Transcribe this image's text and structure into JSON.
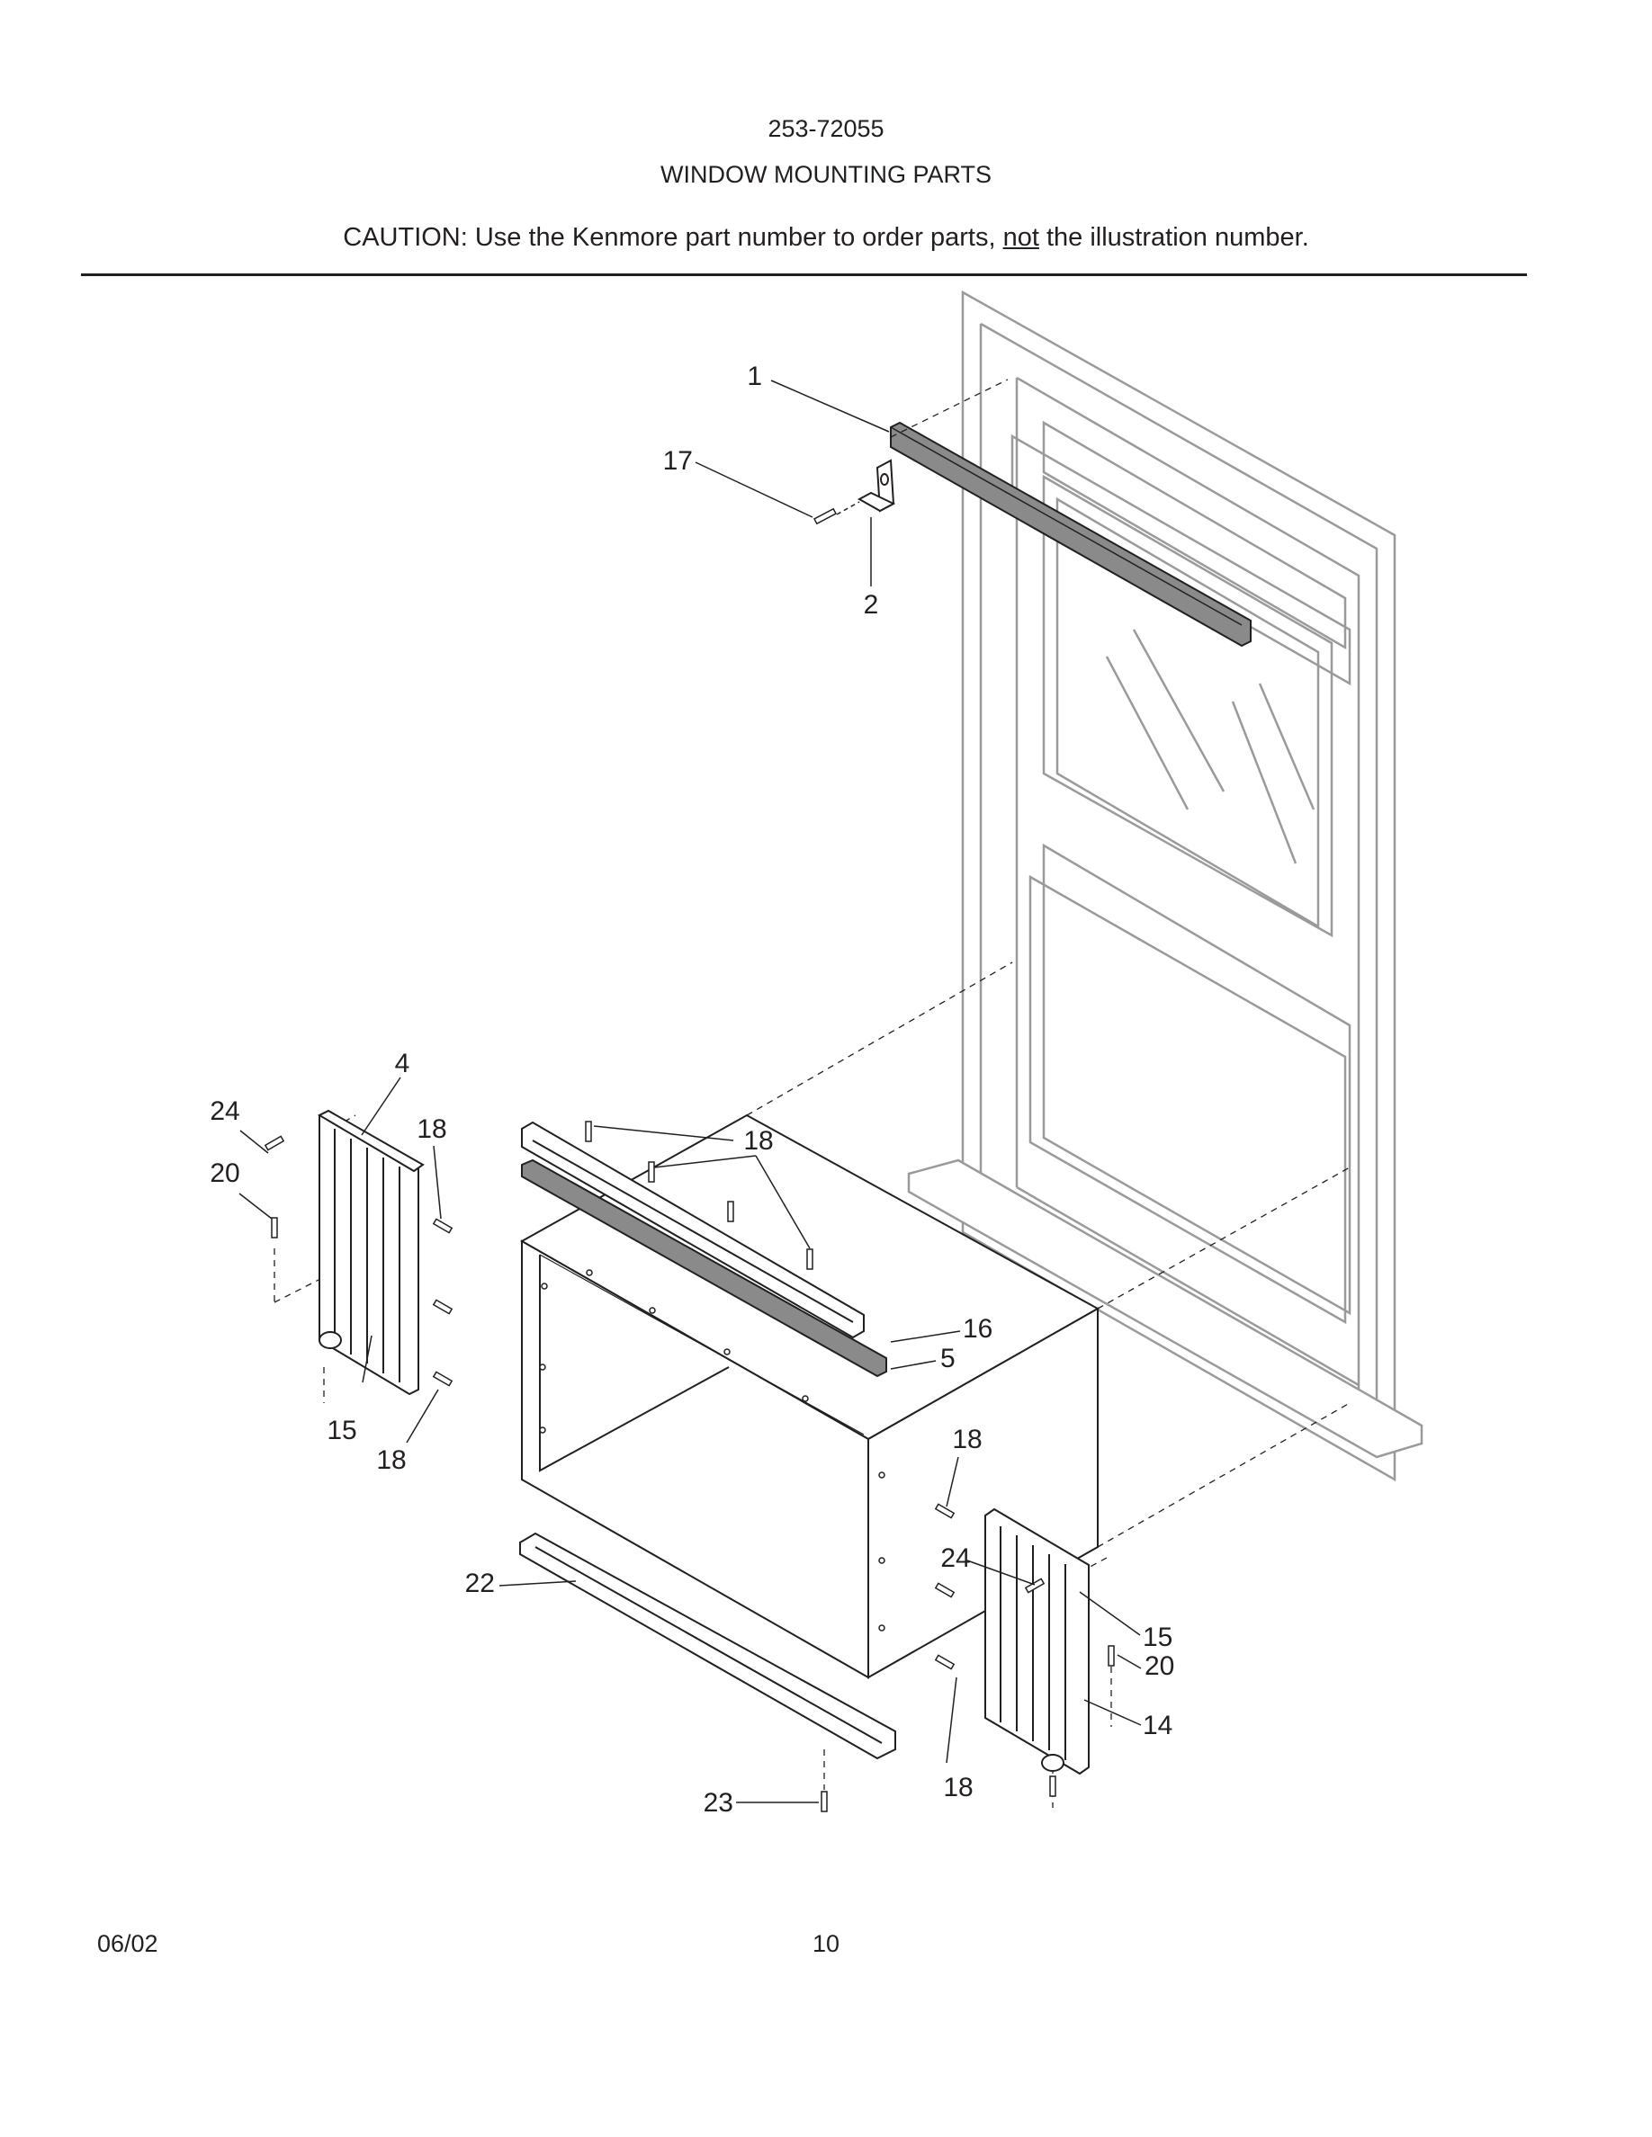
{
  "header": {
    "model_number": "253-72055",
    "title": "WINDOW  MOUNTING PARTS",
    "caution_prefix": "CAUTION: Use the Kenmore part number to order parts, ",
    "caution_emphasis": "not",
    "caution_suffix": " the illustration number."
  },
  "callouts": {
    "c1": "1",
    "c17": "17",
    "c2": "2",
    "c4": "4",
    "c24a": "24",
    "c20a": "20",
    "c18a": "18",
    "c18b": "18",
    "c15a": "15",
    "c18c": "18",
    "c16": "16",
    "c5": "5",
    "c18d": "18",
    "c24b": "24",
    "c15b": "15",
    "c20b": "20",
    "c14": "14",
    "c22": "22",
    "c18e": "18",
    "c23": "23"
  },
  "footer": {
    "date": "06/02",
    "page_number": "10"
  },
  "colors": {
    "ink": "#231f20",
    "frame_line": "#9a9a9a",
    "strip_fill": "#8a8a8a"
  }
}
